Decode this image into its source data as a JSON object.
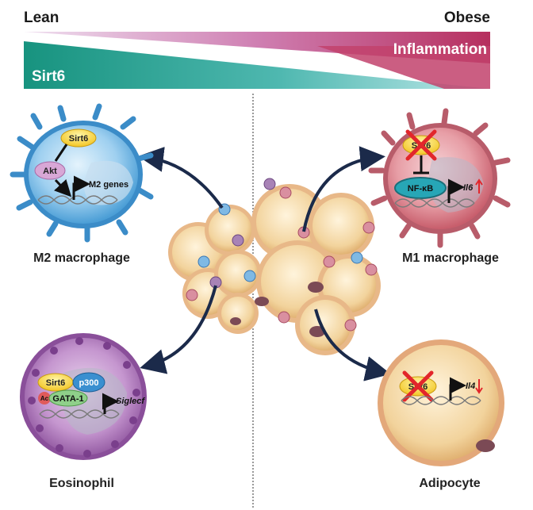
{
  "header": {
    "left_label": "Lean",
    "right_label": "Obese",
    "gradient_left_label": "Sirt6",
    "gradient_right_label": "Inflammation",
    "colors": {
      "sirt6": "#1b9e8a",
      "inflammation": "#c23a6a"
    }
  },
  "m2": {
    "title": "M2 macrophage",
    "sirt6": "Sirt6",
    "akt": "Akt",
    "genes": "M2 genes"
  },
  "m1": {
    "title": "M1 macrophage",
    "sirt6": "Sirt6",
    "nfkb": "NF-κB",
    "gene": "Il6"
  },
  "eos": {
    "title": "Eosinophil",
    "sirt6": "Sirt6",
    "p300": "p300",
    "ac": "Ac",
    "gata": "GATA-1",
    "gene": "Siglecf"
  },
  "adipo": {
    "title": "Adipocyte",
    "sirt6": "Sirt6",
    "gene": "Il4"
  }
}
